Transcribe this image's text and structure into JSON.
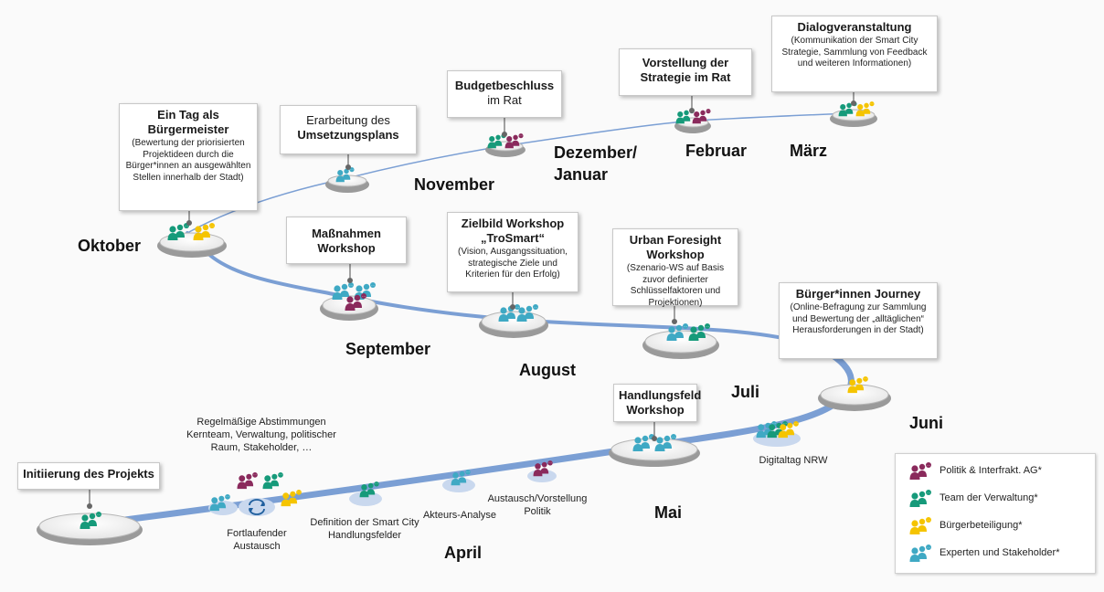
{
  "colors": {
    "purple": "#8a2a5c",
    "green": "#169a7a",
    "yellow": "#f5c400",
    "teal": "#3fa9c4",
    "path": "#7b9fd4"
  },
  "months": {
    "april": "April",
    "mai": "Mai",
    "juni": "Juni",
    "juli": "Juli",
    "august": "August",
    "september": "September",
    "oktober": "Oktober",
    "november": "November",
    "dezember": "Dezember/\nJanuar",
    "februar": "Februar",
    "maerz": "März"
  },
  "boxes": {
    "initiierung": {
      "title": "Initiierung des Projekts"
    },
    "handlungsfeld": {
      "title": "Handlungsfeld Workshop"
    },
    "buergerjourney": {
      "title": "Bürger*innen Journey",
      "desc": "(Online-Befragung zur Sammlung und Bewertung der „alltäglichen“ Herausforderungen in der Stadt)"
    },
    "urban": {
      "title": "Urban Foresight Workshop",
      "desc": "(Szenario-WS auf Basis zuvor definierter Schlüsselfaktoren und Projektionen)"
    },
    "zielbild": {
      "title": "Zielbild Workshop „TroSmart“",
      "desc": "(Vision, Ausgangssituation, strategische Ziele und Kriterien für den Erfolg)"
    },
    "massnahmen": {
      "title": "Maßnahmen Workshop"
    },
    "buergermeister": {
      "title": "Ein Tag als Bürgermeister",
      "desc": "(Bewertung der priorisierten Projektideen durch die Bürger*innen an ausgewählten Stellen innerhalb der Stadt)"
    },
    "erarbeitung": {
      "line1": "Erarbeitung des",
      "line2": "Umsetzungsplans"
    },
    "budget": {
      "line1": "Budgetbeschluss",
      "line2": "im Rat"
    },
    "vorstellung": {
      "title": "Vorstellung der Strategie im Rat"
    },
    "dialog": {
      "title": "Dialogveranstaltung",
      "desc": "(Kommunikation der Smart City Strategie, Sammlung von Feedback und weiteren Informationen)"
    }
  },
  "labels": {
    "regelmaessig": "Regelmäßige Abstimmungen Kernteam, Verwaltung, politischer Raum, Stakeholder, …",
    "fortlaufend": "Fortlaufender Austausch",
    "definition": "Definition der Smart City Handlungsfelder",
    "akteurs": "Akteurs-Analyse",
    "austausch": "Austausch/Vorstellung Politik",
    "digitaltag": "Digitaltag NRW"
  },
  "legend": [
    {
      "label": "Politik & Interfrakt. AG*",
      "color": "#8a2a5c"
    },
    {
      "label": "Team der Verwaltung*",
      "color": "#169a7a"
    },
    {
      "label": "Bürgerbeteiligung*",
      "color": "#f5c400"
    },
    {
      "label": "Experten und Stakeholder*",
      "color": "#3fa9c4"
    }
  ]
}
